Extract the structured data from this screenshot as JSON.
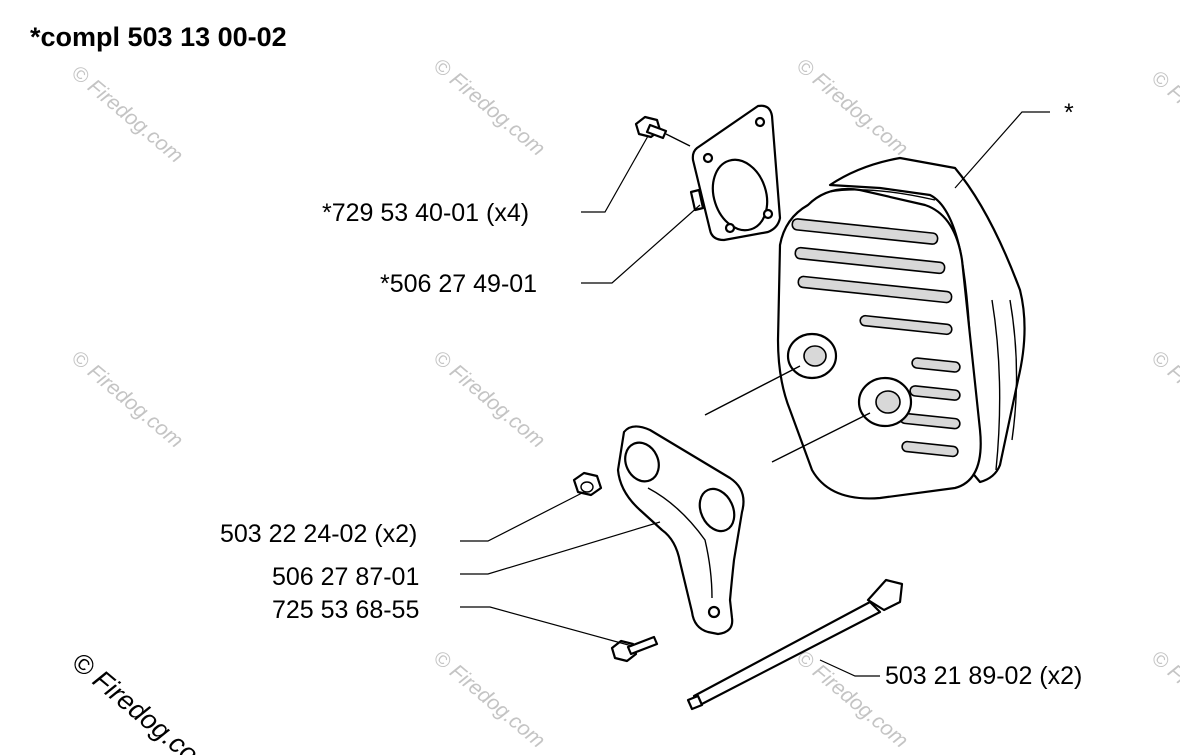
{
  "title": "*compl 503 13 00-02",
  "labels": {
    "screw_top": "*729 53 40-01 (x4)",
    "gasket": "*506 27 49-01",
    "muffler": "*",
    "nut": "503 22 24-02 (x2)",
    "bracket": "506 27 87-01",
    "screw_bottom": "725 53 68-55",
    "bolt": "503 21 89-02 (x2)"
  },
  "watermark": "© Firedog.com"
}
